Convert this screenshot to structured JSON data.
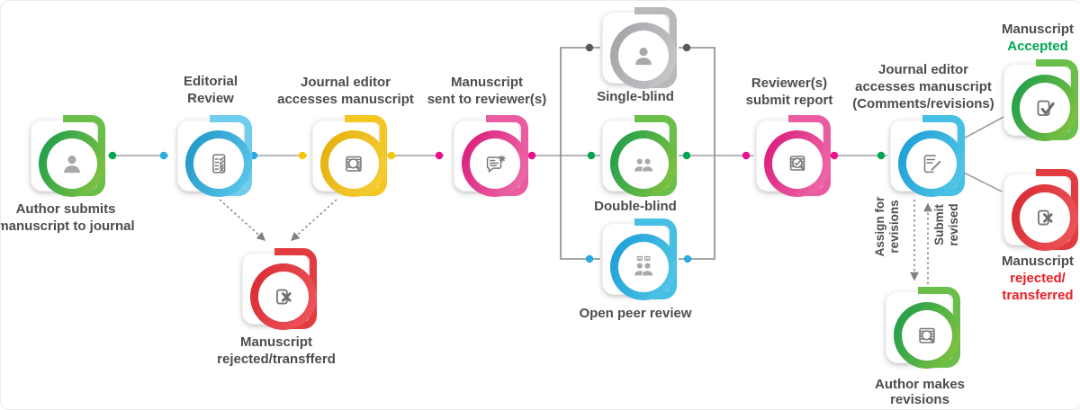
{
  "nodes": {
    "author": {
      "label": [
        "Author submits",
        "manuscript to journal"
      ],
      "icon": "person-icon",
      "accent": "#169b4d"
    },
    "editorial": {
      "label": [
        "Editorial",
        "Review"
      ],
      "icon": "checklist-icon",
      "accent": "#1b94c5"
    },
    "editor_access": {
      "label": [
        "Journal editor",
        "accesses manuscript"
      ],
      "icon": "search-document-icon",
      "accent": "#e9b90c"
    },
    "sent": {
      "label": [
        "Manuscript",
        "sent to reviewer(s)"
      ],
      "icon": "message-new-icon",
      "accent": "#d81678"
    },
    "single_blind": {
      "label": [
        "Single-blind"
      ],
      "icon": "person-icon",
      "accent": "#a4a6a9"
    },
    "double_blind": {
      "label": [
        "Double-blind"
      ],
      "icon": "people-icon",
      "accent": "#169b4d"
    },
    "open_review": {
      "label": [
        "Open peer review"
      ],
      "icon": "people-discussion-icon",
      "accent": "#189bd7"
    },
    "report": {
      "label": [
        "Reviewer(s)",
        "submit report"
      ],
      "icon": "review-check-icon",
      "accent": "#d81678"
    },
    "editor_comments": {
      "label": [
        "Journal editor",
        "accesses manuscript",
        "(Comments/revisions)"
      ],
      "icon": "edit-document-icon",
      "accent": "#189bd7"
    },
    "accepted": {
      "label": [
        "Manuscript"
      ],
      "accent_label": [
        "Accepted"
      ],
      "accent_text_color": "#00a651",
      "icon": "checkbox-check-icon",
      "accent": "#169b4d"
    },
    "rejected_final": {
      "label": [
        "Manuscript"
      ],
      "accent_label": [
        "rejected/",
        "transferred"
      ],
      "accent_text_color": "#ed1c24",
      "icon": "reject-document-icon",
      "accent": "#d7282f"
    },
    "rejected_early": {
      "label": [
        "Manuscript",
        "rejected/transfferd"
      ],
      "icon": "reject-document-icon",
      "accent": "#d7282f"
    },
    "revisions": {
      "label": [
        "Author makes",
        "revisions"
      ],
      "icon": "search-document-icon",
      "accent": "#169b4d"
    }
  },
  "edge_labels": {
    "assign": [
      "Assign for",
      "revisions"
    ],
    "submit": [
      "Submit",
      "revised"
    ]
  },
  "palette": {
    "dot_green": "#00a651",
    "dot_blue": "#29abe2",
    "dot_yellow": "#f7c600",
    "dot_pink": "#ec0f8a",
    "dot_dark_gray": "#58595b",
    "line_gray": "#9d9fa2",
    "label_text": "#4d4d4f",
    "accepted_text": "#00a651",
    "rejected_text": "#ed1c24"
  }
}
